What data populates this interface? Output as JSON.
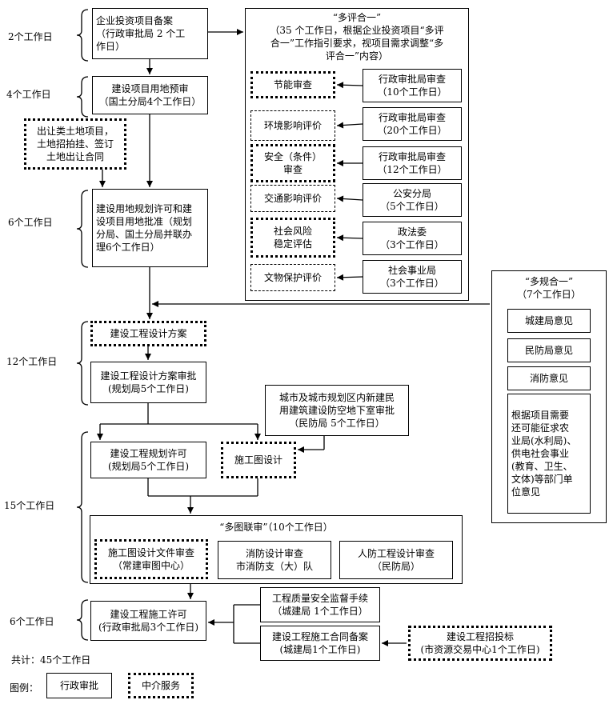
{
  "days": {
    "d1": "2个工作日",
    "d2": "4个工作日",
    "d3": "6个工作日",
    "d4": "12个工作日",
    "d5": "15个工作日",
    "d6": "6个工作日"
  },
  "steps": {
    "filing": "企业投资项目备案\n（行政审批局 2 个工\n作日）",
    "land_pre": "建设项目用地预审\n（国土分局4个工作日）",
    "land_transfer": "出让类土地项目，\n土地招拍挂、签订\n土地出让合同",
    "land_permit": "建设用地规划许可和建\n设项目用地批准（规划\n分局、国土分局并联办\n理6个工作日）",
    "design_scheme": "建设工程设计方案",
    "design_approval": "建设工程设计方案审批\n(规划局5个工作日)",
    "civil_defense": "城市及城市规划区内新建民\n用建筑建设防空地下室审批\n（民防局 5个工作日）",
    "plan_permit": "建设工程规划许可\n(规划局5个工作日)",
    "construction_design": "施工图设计",
    "construction_permit": "建设工程施工许可\n(行政审批局3个工作日)",
    "quality_supervision": "工程质量安全监督手续\n（城建局 1个工作日）",
    "contract_filing": "建设工程施工合同备案\n(城建局1个工作日)",
    "bidding": "建设工程招投标\n(市资源交易中心1个工作日)"
  },
  "multi_eval": {
    "header": "“多评合一”\n（35 个工作日，根据企业投资项目“多评\n合一”工作指引要求，视项目需求调整“多\n评合一”内容）",
    "rows": [
      {
        "left": "节能审查",
        "right": "行政审批局审查\n（10个工作日）"
      },
      {
        "left": "环境影响评价",
        "right": "行政审批局审查\n（20个工作日）"
      },
      {
        "left": "安全（条件）\n审查",
        "right": "行政审批局审查\n（12个工作日）"
      },
      {
        "left": "交通影响评价",
        "right": "公安分局\n（5个工作日）"
      },
      {
        "left": "社会风险\n稳定评估",
        "right": "政法委\n（3个工作日）"
      },
      {
        "left": "文物保护评价",
        "right": "社会事业局\n（3个工作日）"
      }
    ]
  },
  "multi_plan": {
    "header": "“多规合一”\n（7个工作日）",
    "items": [
      "城建局意见",
      "民防局意见",
      "消防意见",
      "根据项目需要\n还可能征求农\n业局(水利局)、\n供电社会事业\n(教育、卫生、\n文体)等部门单\n位意见"
    ]
  },
  "multi_review": {
    "header": "“多图联审”（10个工作日）",
    "items": [
      "施工图设计文件审查\n（常建审图中心）",
      "消防设计审查\n市消防支（大）队",
      "人防工程设计审查\n（民防局）"
    ]
  },
  "footer": {
    "total": "共计：45个工作日",
    "legend_label": "图例：",
    "legend_admin": "行政审批",
    "legend_agency": "中介服务"
  }
}
